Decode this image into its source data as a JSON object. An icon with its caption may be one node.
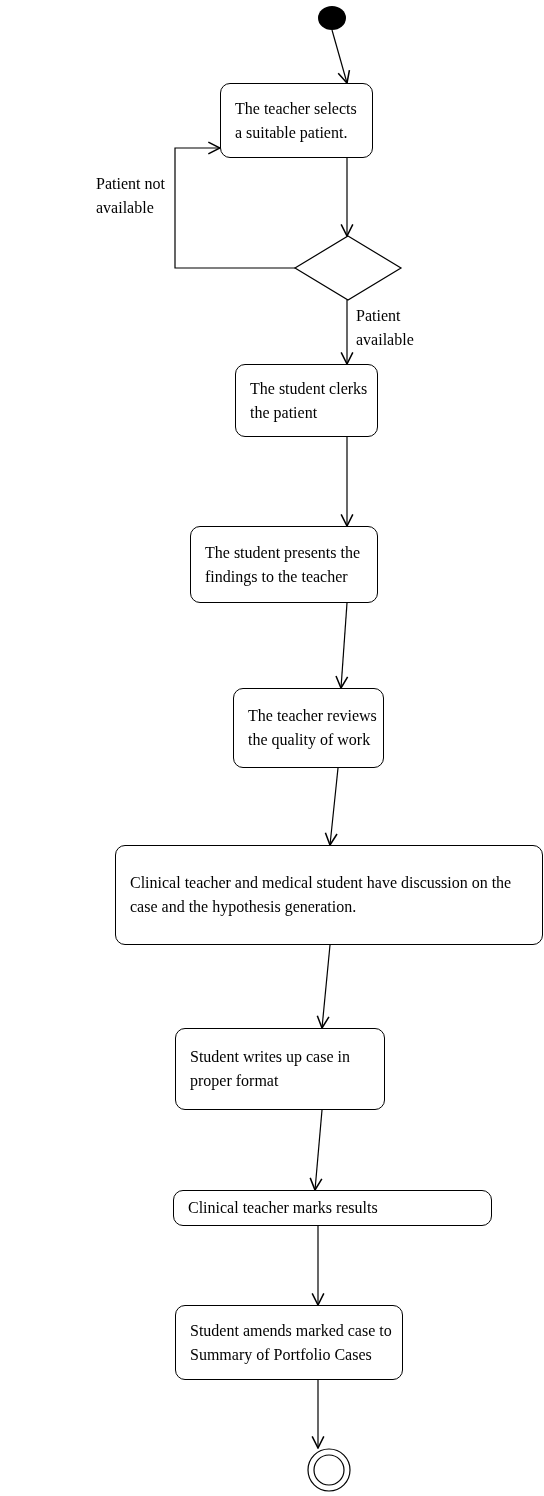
{
  "diagram": {
    "nodes": [
      {
        "text": [],
        "shape": "circle"
      },
      {
        "text": [
          "The teacher selects a suitable patient."
        ]
      },
      {
        "text": [],
        "shape": "diamond"
      },
      {
        "text": [
          "The student clerks the patient"
        ]
      },
      {
        "text": [
          "The student presents the findings to the teacher"
        ]
      },
      {
        "text": [
          "The teacher reviews the quality of work"
        ]
      },
      {
        "text": [
          "Clinical teacher and medical student have discussion on the case and the hypothesis generation."
        ]
      },
      {
        "text": [
          "Student writes up case in proper format"
        ]
      },
      {
        "text": [
          "Clinical teacher marks results"
        ]
      },
      {
        "text": [
          "Student amends marked case to Summary of Portfolio Cases"
        ]
      },
      {
        "text": [],
        "shape": "bullseye"
      }
    ],
    "edges": [
      {
        "from": 0,
        "to": 1,
        "arrow": "to"
      },
      {
        "from": 1,
        "to": 2,
        "arrow": "to"
      },
      {
        "from": 2,
        "to": 1,
        "arrow": "to",
        "label": "Patient not available"
      },
      {
        "from": 2,
        "to": 3,
        "arrow": "to",
        "label": "Patient available"
      },
      {
        "from": 3,
        "to": 4,
        "arrow": "to"
      },
      {
        "from": 4,
        "to": 5,
        "arrow": "to"
      },
      {
        "from": 5,
        "to": 6,
        "arrow": "to"
      },
      {
        "from": 6,
        "to": 7,
        "arrow": "to"
      },
      {
        "from": 7,
        "to": 8,
        "arrow": "to"
      },
      {
        "from": 8,
        "to": 9,
        "arrow": "to"
      },
      {
        "from": 9,
        "to": 10,
        "arrow": "to"
      }
    ]
  }
}
